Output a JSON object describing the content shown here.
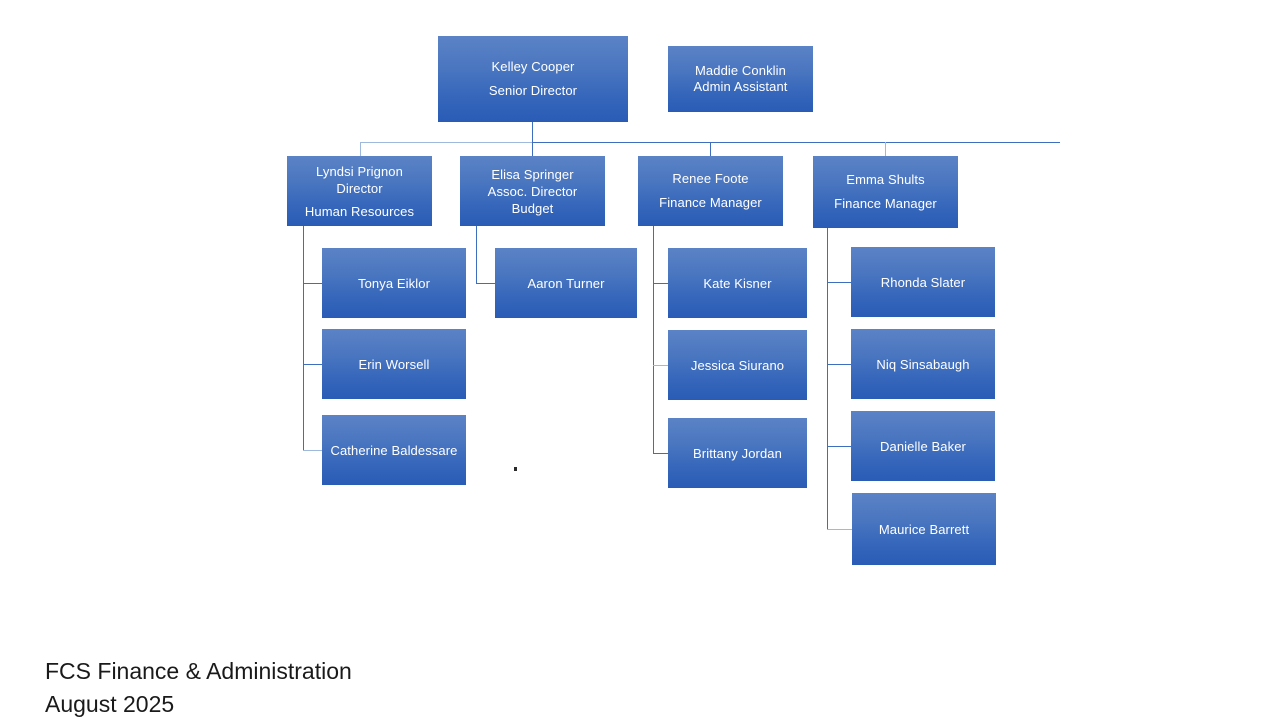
{
  "document": {
    "caption_line1": "FCS Finance & Administration",
    "caption_line2": "August 2025",
    "background_color": "#ffffff",
    "box_fill_top": "#5b83c6",
    "box_fill_bottom": "#2a5cb6",
    "box_text_color": "#ffffff",
    "connector_color": "#3d6fbe",
    "connector_color_light": "#9fb8dd"
  },
  "org": {
    "level1": {
      "director": {
        "name": "Kelley Cooper",
        "title": "Senior Director"
      },
      "assistant": {
        "name": "Maddie Conklin",
        "title": "Admin Assistant"
      }
    },
    "level2": [
      {
        "name": "Lyndsi Prignon",
        "title": "Director",
        "department": "Human Resources"
      },
      {
        "name": "Elisa Springer",
        "title": "Assoc. Director",
        "department": "Budget"
      },
      {
        "name": "Renee Foote",
        "title": "Finance Manager",
        "department": ""
      },
      {
        "name": "Emma Shults",
        "title": "Finance Manager",
        "department": ""
      }
    ],
    "level3": {
      "hr_reports": [
        {
          "name": "Tonya Eiklor"
        },
        {
          "name": "Erin Worsell"
        },
        {
          "name": "Catherine Baldessare"
        }
      ],
      "budget_reports": [
        {
          "name": "Aaron Turner"
        }
      ],
      "foote_reports": [
        {
          "name": "Kate Kisner"
        },
        {
          "name": "Jessica Siurano"
        },
        {
          "name": "Brittany Jordan"
        }
      ],
      "shults_reports": [
        {
          "name": "Rhonda Slater"
        },
        {
          "name": "Niq Sinsabaugh"
        },
        {
          "name": "Danielle Baker"
        },
        {
          "name": "Maurice Barrett"
        }
      ]
    }
  },
  "stray_mark": "."
}
